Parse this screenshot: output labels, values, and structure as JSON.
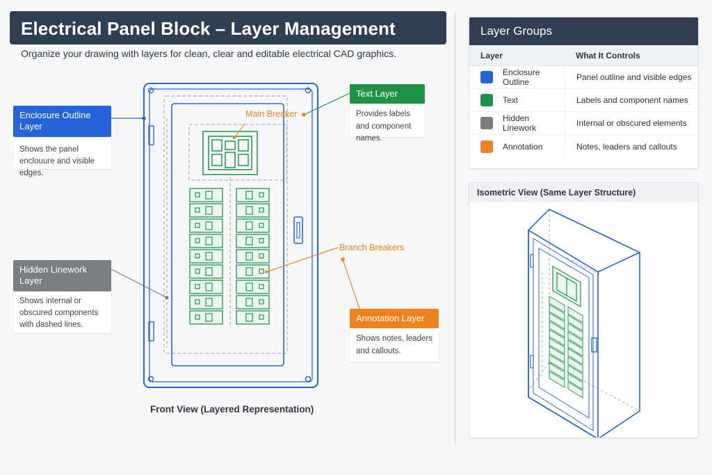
{
  "header": {
    "title": "Electrical Panel Block – Layer Management",
    "subtitle": "Organize your drawing with layers for clean, clear and editable electrical CAD graphics."
  },
  "colors": {
    "enclosure": "#2563d9",
    "text": "#1f9447",
    "hidden": "#7a7d82",
    "annotation": "#f0821e",
    "header_bg": "#2f3e51"
  },
  "callouts": {
    "enclosure": {
      "title": "Enclosure Outline Layer",
      "body": "Shows the panel enclouure and visible edges."
    },
    "hidden": {
      "title": "Hidden Linework Layer",
      "body": "Shows internal or obscured components with dashed lines."
    },
    "text": {
      "title": "Text Layer",
      "body": "Provides labels and component names."
    },
    "annotation": {
      "title": "Annotation Layer",
      "body": "Shows notes, leaders and callouts."
    }
  },
  "diagram": {
    "main_breaker_label": "Main Breaker",
    "branch_breakers_label": "Branch Breakers",
    "front_view_caption": "Front View (Layered Representation)"
  },
  "layer_groups": {
    "title": "Layer Groups",
    "col_layer": "Layer",
    "col_controls": "What It Controls",
    "rows": [
      {
        "layer": "Enclosure Outline",
        "controls": "Panel outline and visible edges",
        "color": "#2563d9"
      },
      {
        "layer": "Text",
        "controls": "Labels and component names",
        "color": "#1f9447"
      },
      {
        "layer": "Hidden Linework",
        "controls": "Internal or obscured elements",
        "color": "#7a7d82"
      },
      {
        "layer": "Annotation",
        "controls": "Notes, leaders and callouts",
        "color": "#f0821e"
      }
    ]
  },
  "isometric": {
    "title": "Isometric View (Same Layer Structure)"
  }
}
